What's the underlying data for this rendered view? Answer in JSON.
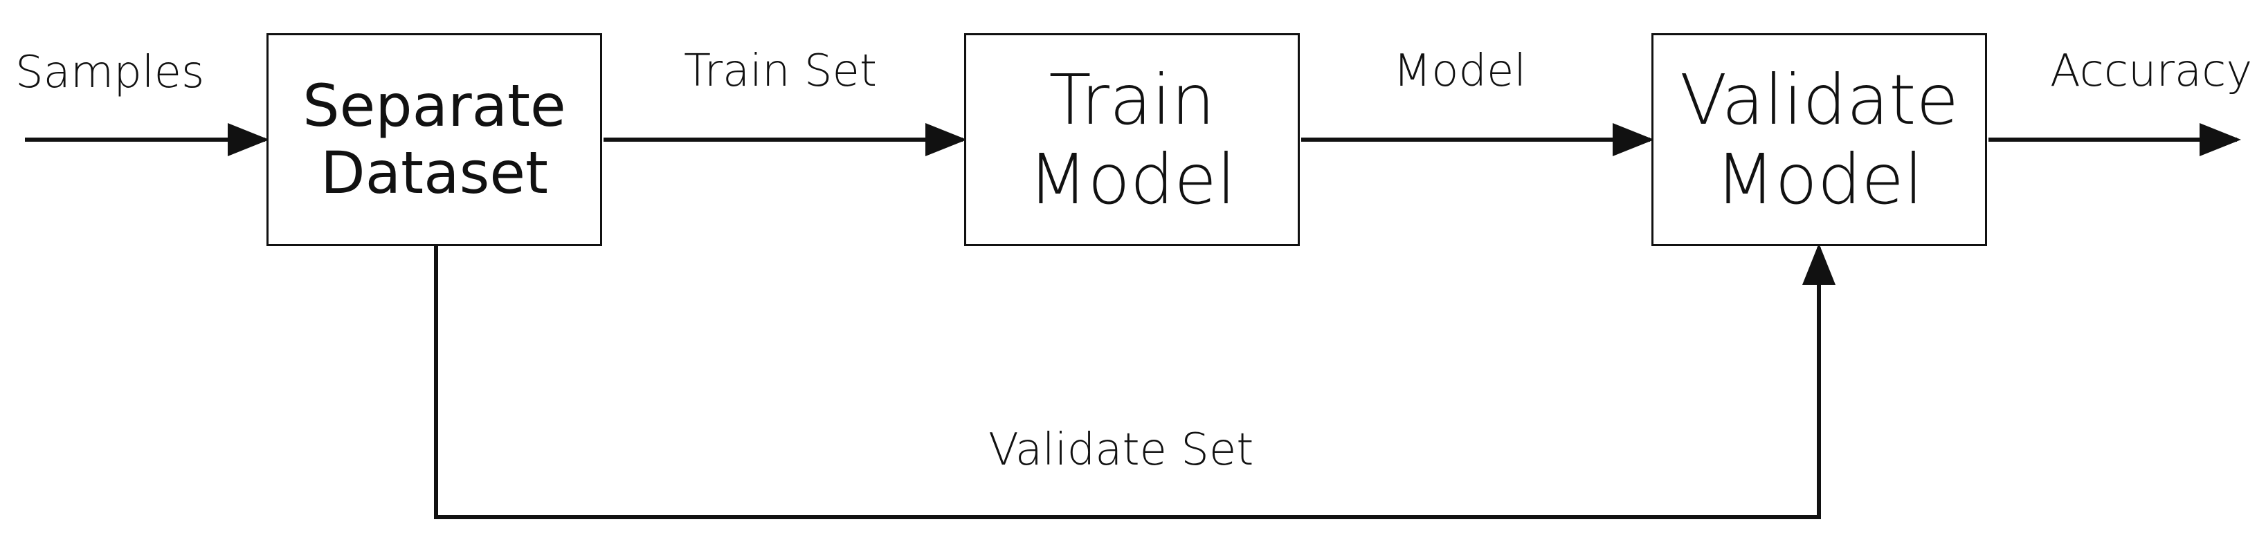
{
  "diagram": {
    "nodes": {
      "separate": {
        "line1": "Separate",
        "line2": "Dataset"
      },
      "train": {
        "line1": "Train",
        "line2": "Model"
      },
      "validate": {
        "line1": "Validate",
        "line2": "Model"
      }
    },
    "edges": {
      "samples": "Samples",
      "train_set": "Train Set",
      "model": "Model",
      "accuracy": "Accuracy",
      "validate_set": "Validate Set"
    },
    "colors": {
      "stroke": "#111111",
      "background": "#ffffff"
    }
  }
}
